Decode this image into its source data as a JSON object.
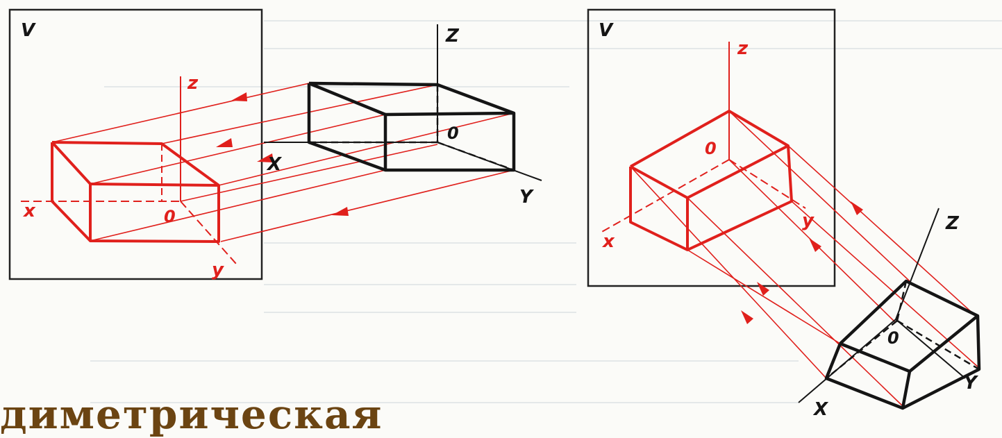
{
  "colors": {
    "projection": "#e0201c",
    "object": "#151515",
    "plane": "#222222",
    "caption": "#6b4412"
  },
  "left_panel": {
    "plane_label": "V",
    "projection_axes": {
      "z": "z",
      "x": "x",
      "y": "y",
      "origin": "0"
    },
    "object_axes": {
      "Z": "Z",
      "X": "X",
      "Y": "Y",
      "origin": "0"
    }
  },
  "right_panel": {
    "plane_label": "V",
    "projection_axes": {
      "z": "z",
      "x": "x",
      "y": "y",
      "origin": "0"
    },
    "object_axes": {
      "Z": "Z",
      "X": "X",
      "Y": "Y",
      "origin": "0"
    }
  },
  "caption": "диметрическая"
}
